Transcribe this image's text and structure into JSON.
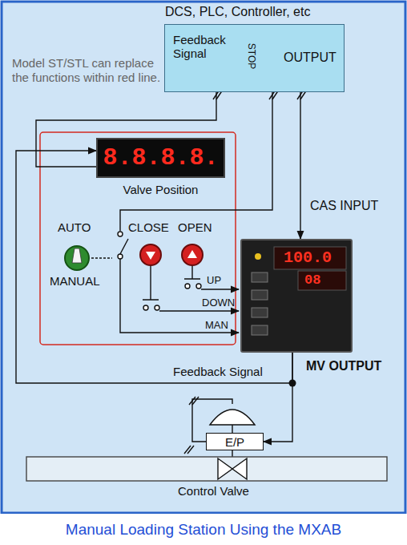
{
  "diagram": {
    "caption": "Manual Loading Station Using the MXAB",
    "nodes": [
      {
        "text": [
          "DCS, PLC, Controller, etc",
          "Feedback Signal",
          "STOP",
          "OUTPUT"
        ]
      },
      {
        "text": [
          "8.8.8.8.",
          "Valve Position"
        ]
      },
      {
        "text": [
          "100.0",
          "08",
          "MV OUTPUT"
        ]
      },
      {
        "text": [
          "E/P"
        ]
      }
    ],
    "edges": [
      {
        "from": 0,
        "to": 2,
        "arrow": "to",
        "label": "CAS INPUT"
      },
      {
        "from": 2,
        "to": 3,
        "arrow": "to"
      },
      {
        "from": 2,
        "to": 1,
        "arrow": "to",
        "label": "Feedback Signal"
      },
      {
        "from": 1,
        "to": 0,
        "arrow": "none"
      }
    ],
    "labels": [
      "Model ST/STL can replace the functions within red line.",
      "AUTO",
      "MANUAL",
      "CLOSE",
      "OPEN",
      "UP",
      "DOWN",
      "MAN",
      "Control Valve"
    ]
  }
}
